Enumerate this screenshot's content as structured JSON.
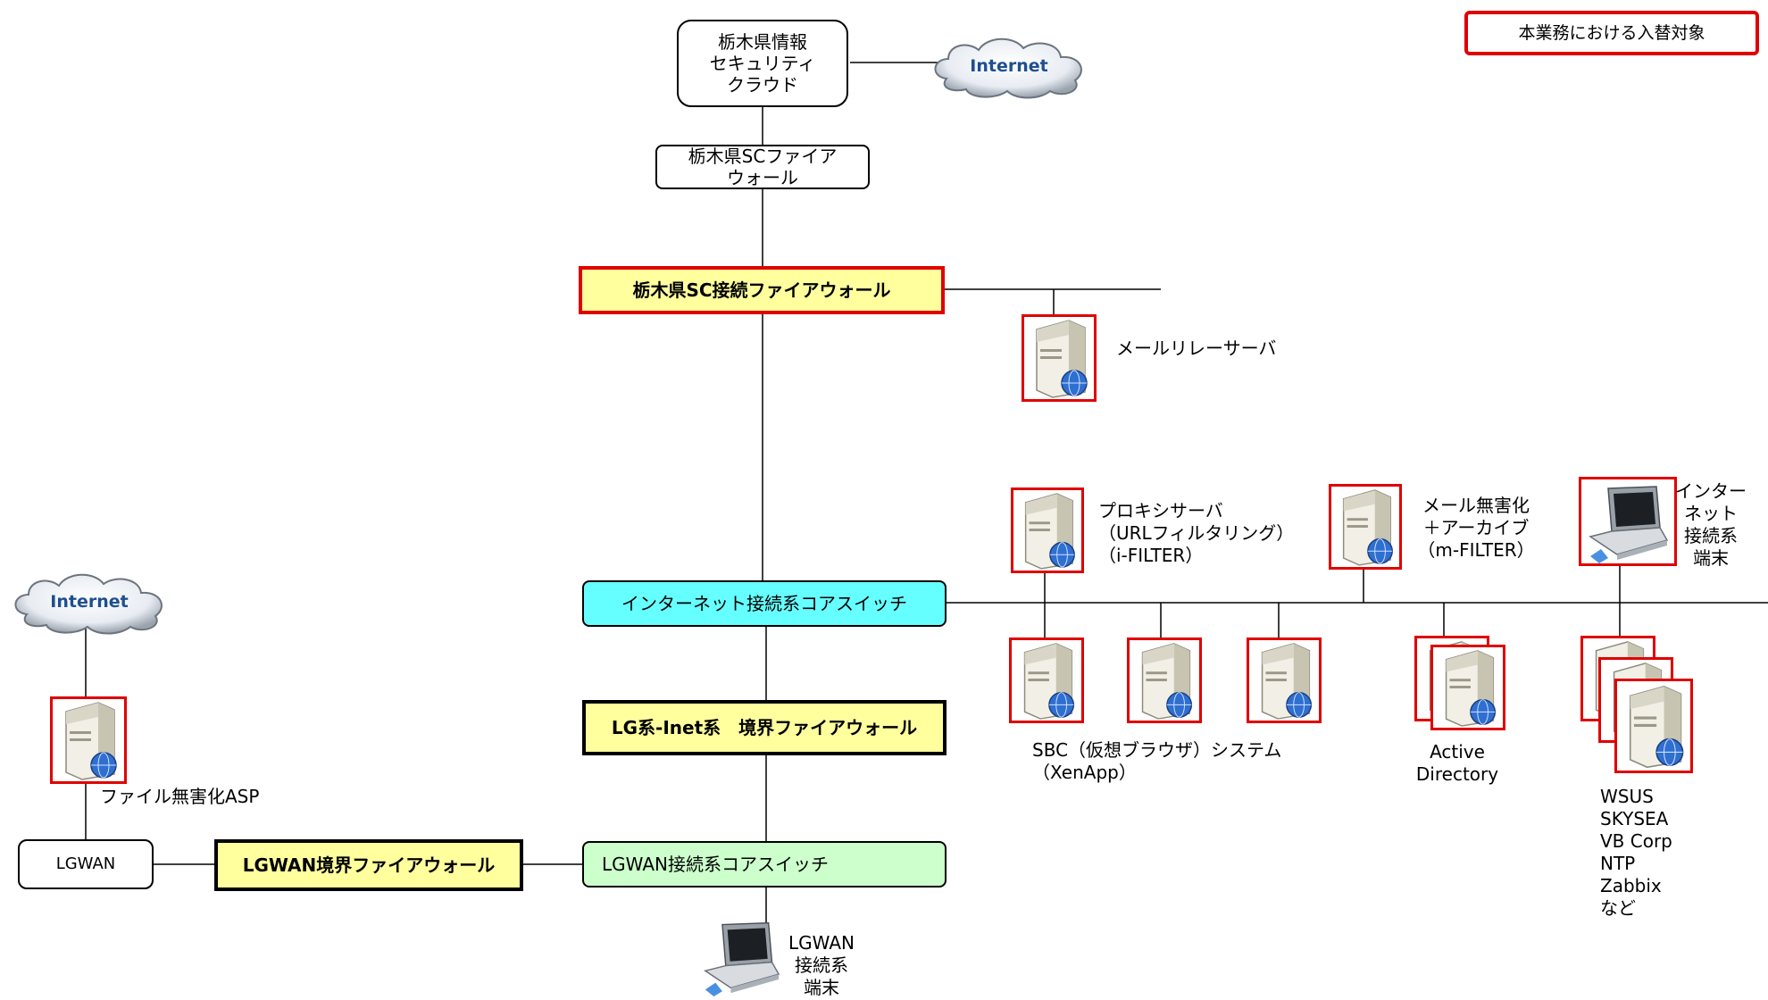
{
  "legend": {
    "label": "本業務における入替対象",
    "color": "#e00000"
  },
  "clouds": {
    "top": "Internet",
    "left": "Internet"
  },
  "nodes": {
    "security_cloud": "栃木県情報\nセキュリティ\nクラウド",
    "sc_firewall": "栃木県SCファイア\nウォール",
    "sc_connect_firewall": "栃木県SC接続ファイアウォール",
    "inet_core_switch": "インターネット接続系コアスイッチ",
    "lg_inet_firewall": "LG系-Inet系　境界ファイアウォール",
    "lgwan_core_switch": "LGWAN接続系コアスイッチ",
    "lgwan_firewall": "LGWAN境界ファイアウォール",
    "lgwan": "LGWAN"
  },
  "labels": {
    "mail_relay": "メールリレーサーバ",
    "proxy": "プロキシサーバ\n（URLフィルタリング）\n（i-FILTER）",
    "mail_sanitize": "メール無害化\n＋アーカイブ\n（m-FILTER）",
    "inet_terminal": "インター\nネット\n接続系\n端末",
    "sbc": "SBC（仮想ブラウザ）システム\n（XenApp）",
    "active_directory": "Active\nDirectory",
    "wsus": "WSUS\nSKYSEA\nVB Corp\nNTP\nZabbix\nなど",
    "file_sanitize": "ファイル無害化ASP",
    "lgwan_terminal": "LGWAN\n接続系\n端末"
  },
  "colors": {
    "highlight": "#e00000",
    "firewall_fill": "#ffff9e",
    "inet_switch_fill": "#66ffff",
    "lgwan_switch_fill": "#ccffcc"
  }
}
